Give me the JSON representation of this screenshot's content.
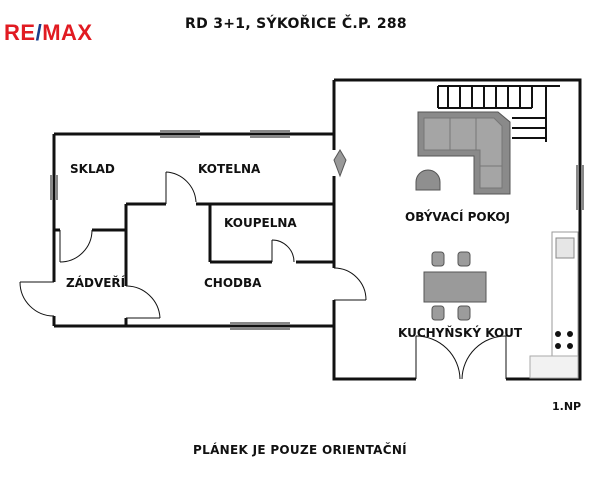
{
  "brand": {
    "re": "RE",
    "slash": "/",
    "max": "MAX"
  },
  "title": "RD 3+1, SÝKOŘICE Č.P. 288",
  "rooms": {
    "sklad": "SKLAD",
    "kotelna": "KOTELNA",
    "koupelna": "KOUPELNA",
    "zadveri": "ZÁDVEŘÍ",
    "chodba": "CHODBA",
    "obyvaci_pokoj": "OBÝVACÍ POKOJ",
    "kuchynsky_kout": "KUCHYŇSKÝ KOUT"
  },
  "floor_label": "1.NP",
  "footer": "PLÁNEK JE POUZE ORIENTAČNÍ"
}
